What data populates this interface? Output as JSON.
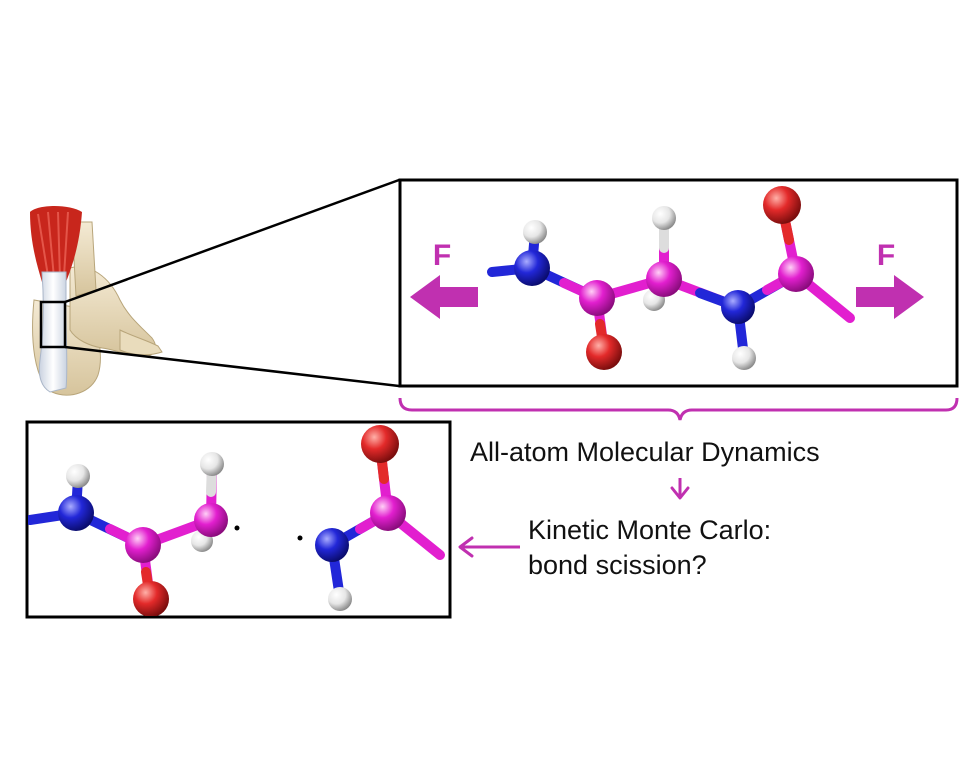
{
  "colors": {
    "accent": "#c030b0",
    "carbon": "#e21fcf",
    "nitrogen": "#2227d8",
    "oxygen": "#e32a2a",
    "hydrogen": "#e6e6e6",
    "frame": "#000000"
  },
  "icons": {
    "foot": "foot-tendon-anatomy-icon",
    "pull_arrow": "force-arrow-icon"
  },
  "top_panel": {
    "force_left": "F",
    "force_right": "F"
  },
  "labels": {
    "md": "All-atom Molecular Dynamics",
    "kmc_line1": "Kinetic Monte Carlo:",
    "kmc_line2": "bond scission?"
  }
}
